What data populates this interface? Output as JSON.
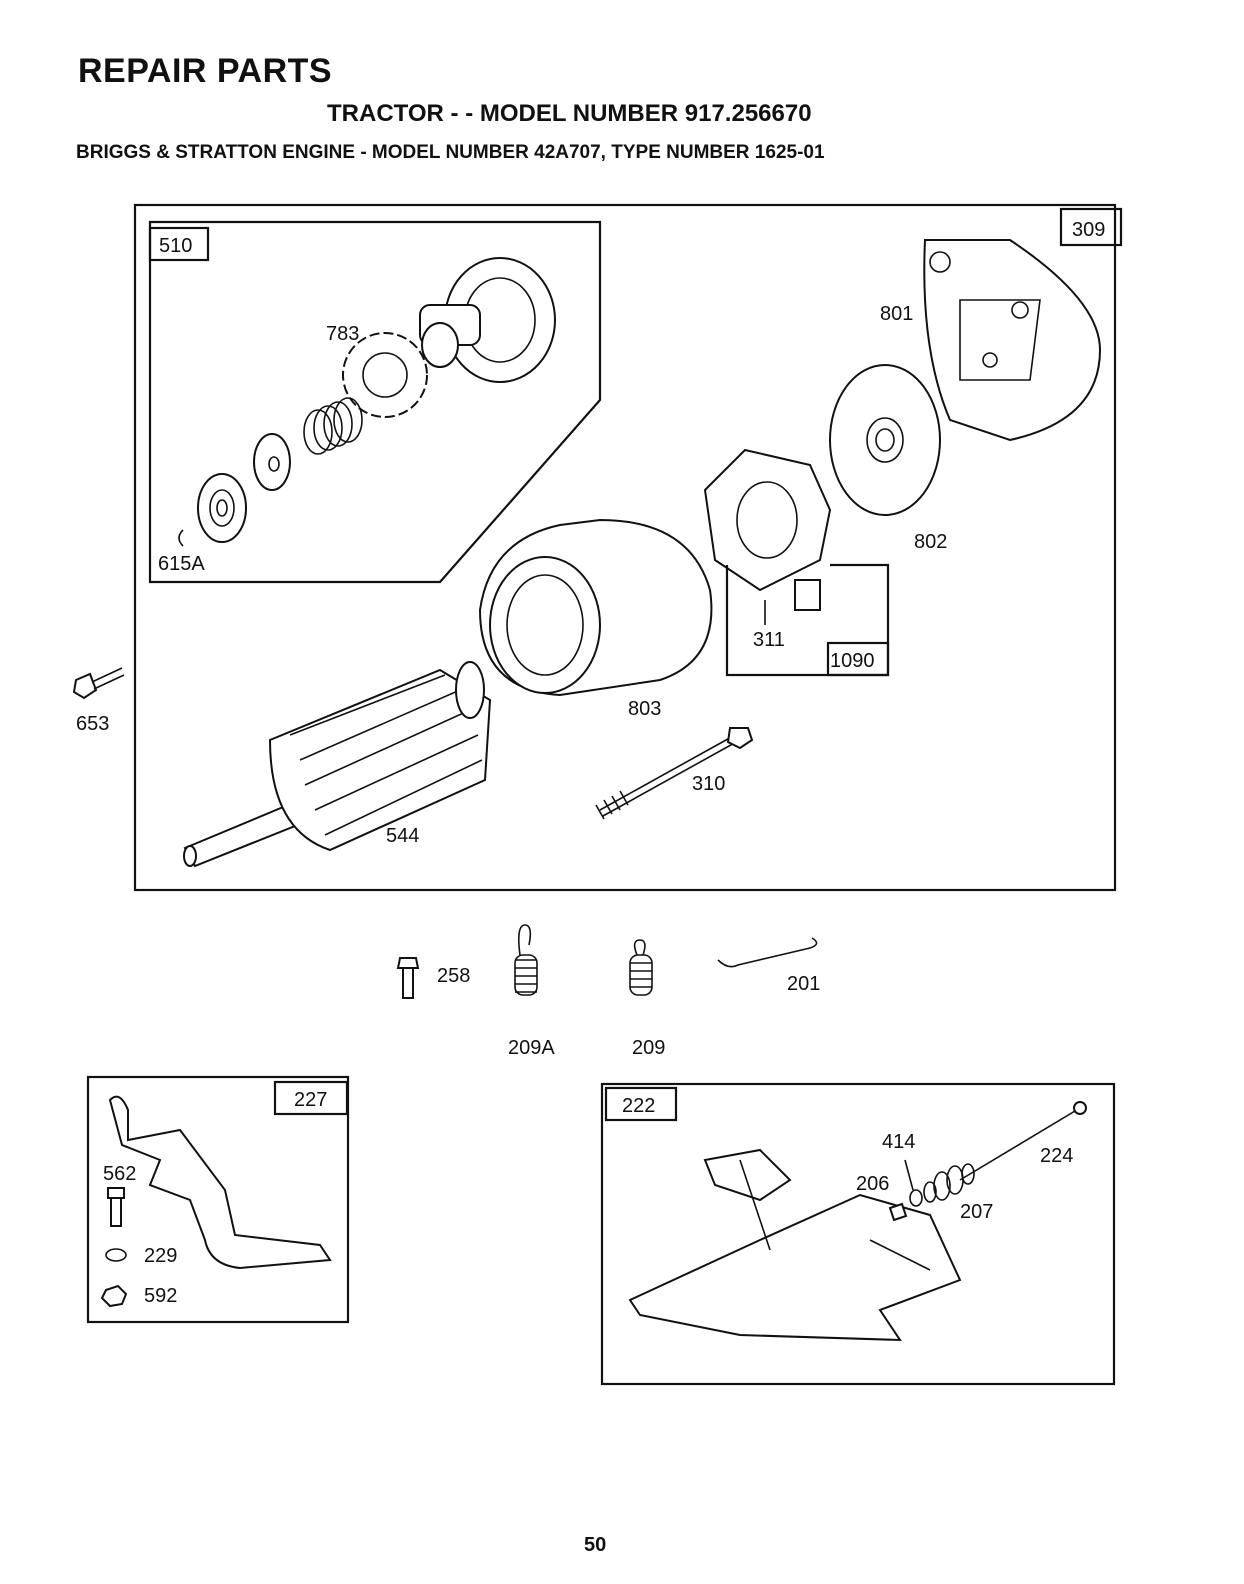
{
  "header": {
    "title": "REPAIR PARTS",
    "subtitle": "TRACTOR - - MODEL NUMBER 917.256670",
    "engine": "BRIGGS & STRATTON ENGINE - MODEL NUMBER 42A707, TYPE NUMBER 1625-01"
  },
  "boxes": {
    "starter_assembly": "309",
    "drive_kit": "510",
    "brush_kit": "1090",
    "governor_lever": "227",
    "control_bracket": "222"
  },
  "parts": {
    "p783": "783",
    "p615a": "615A",
    "p801": "801",
    "p802": "802",
    "p311": "311",
    "p803": "803",
    "p310": "310",
    "p544": "544",
    "p653": "653",
    "p258": "258",
    "p209a": "209A",
    "p209": "209",
    "p201": "201",
    "p562": "562",
    "p229": "229",
    "p592": "592",
    "p414": "414",
    "p224": "224",
    "p206": "206",
    "p207": "207"
  },
  "footer": {
    "page_number": "50"
  }
}
